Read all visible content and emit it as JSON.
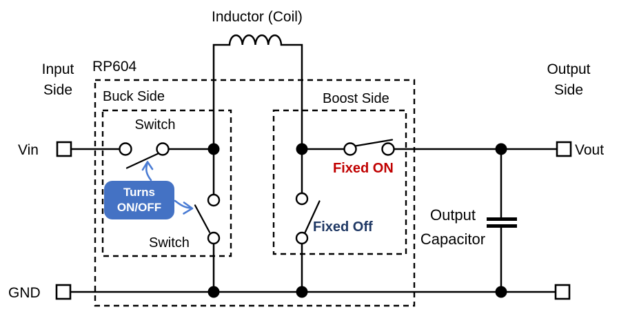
{
  "diagram": {
    "inductor_label": "Inductor (Coil)",
    "chip_label": "RP604",
    "input_side_label": "Input\nSide",
    "output_side_label": "Output\nSide",
    "buck_section_label": "Buck Side",
    "boost_section_label": "Boost Side",
    "buck_high_switch_label": "Switch",
    "buck_low_switch_label": "Switch",
    "boost_high_switch_label": "Fixed ON",
    "boost_low_switch_label": "Fixed Off",
    "callout_label": "Turns\nON/OFF",
    "output_capacitor_label": "Output\nCapacitor",
    "terminals": {
      "vin": "Vin",
      "vout": "Vout",
      "gnd": "GND"
    },
    "colors": {
      "background": "#FFFFFF",
      "line": "#000000",
      "callout_bg": "#4472C4",
      "callout_text": "#FFFFFF",
      "arrow": "#4A7CD4",
      "fixed_on_text": "#C00000",
      "fixed_off_text": "#1F3864"
    }
  }
}
